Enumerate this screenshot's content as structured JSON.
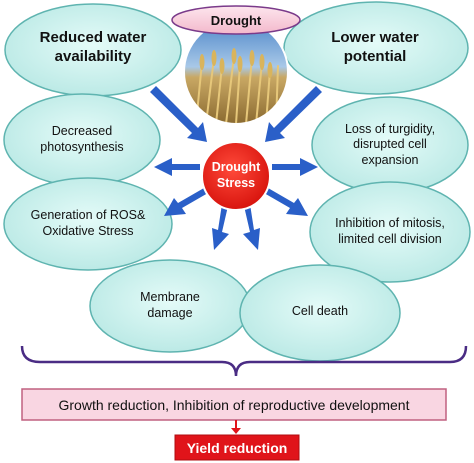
{
  "top_label": "Drought",
  "center_label": "Drought Stress",
  "causes": [
    "Reduced water availability",
    "Lower water potential"
  ],
  "effects": {
    "photosynthesis": "Decreased photosynthesis",
    "turgidity": "Loss of turgidity, disrupted cell expansion",
    "ros": "Generation of ROS& Oxidative Stress",
    "mitosis": "Inhibition of mitosis, limited cell division",
    "membrane": "Membrane damage",
    "cell_death": "Cell death"
  },
  "growth_box": "Growth reduction, Inhibition of reproductive development",
  "yield_box": "Yield reduction",
  "colors": {
    "oval_fill": "#c8f0ec",
    "oval_stroke": "#5fb4b0",
    "arrow": "#2a5fc8",
    "center": "#e8241c",
    "top_label": "#f8c6d4",
    "growth_box": "#f9d6e2",
    "yield_box": "#e0141a",
    "bracket": "#4a2c84"
  }
}
